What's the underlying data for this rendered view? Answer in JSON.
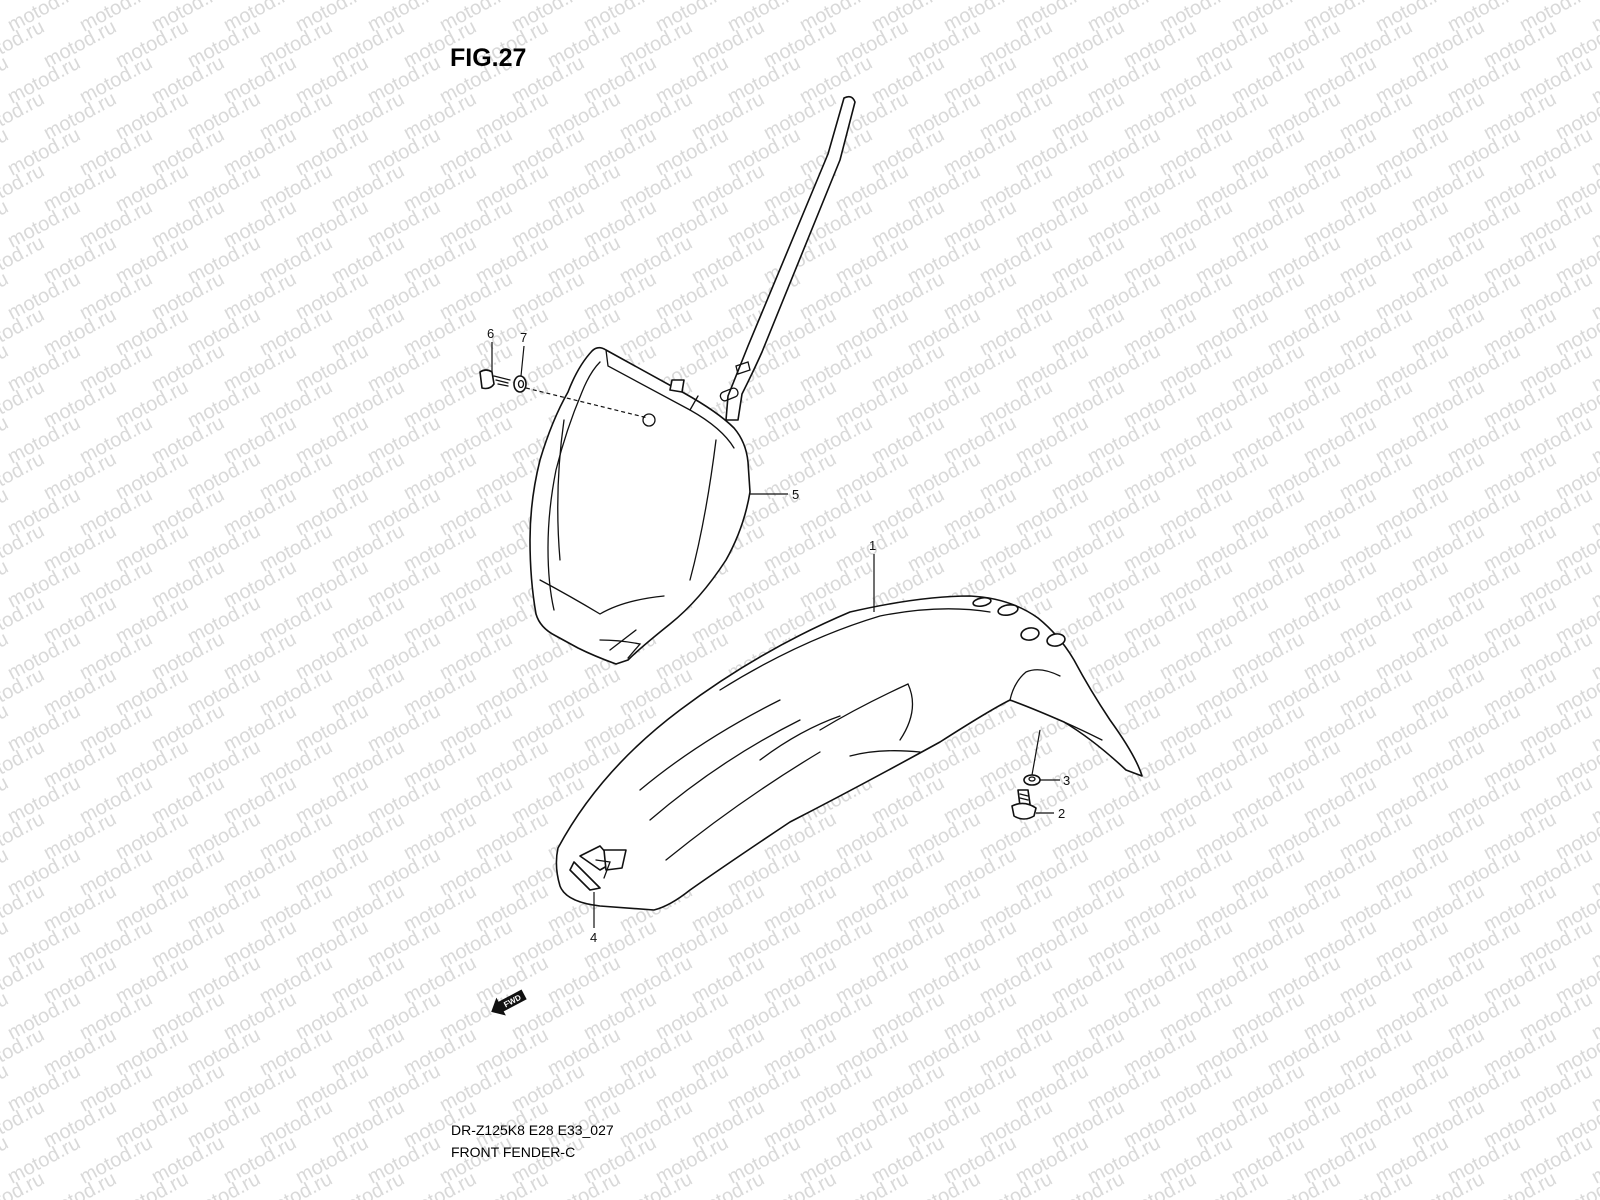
{
  "figure_title": "FIG.27",
  "watermark_text": "motod.ru",
  "diagram_code": "DR-Z125K8 E28 E33_027",
  "diagram_name": "FRONT FENDER-C",
  "fwd_label": "FWD",
  "callouts": {
    "front_fender": "1",
    "bolt_lower": "2",
    "washer_lower": "3",
    "emblem": "4",
    "number_plate": "5",
    "bolt_upper": "6",
    "washer_upper": "7"
  },
  "colors": {
    "line": "#111111",
    "watermark": "#d9d9d9",
    "background": "#ffffff"
  }
}
